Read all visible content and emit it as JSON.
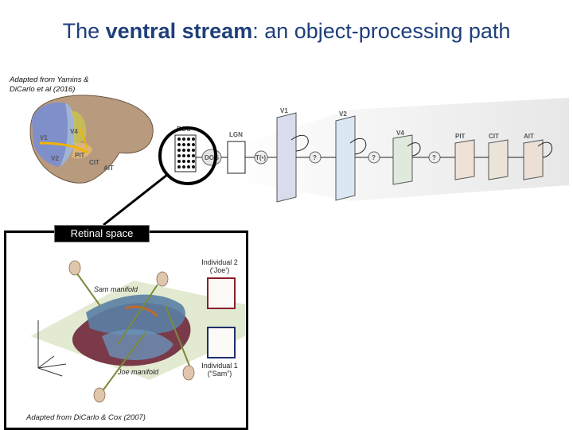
{
  "title": {
    "part1": "The ",
    "bold": "ventral stream",
    "part2": ": an object-processing path"
  },
  "citation_top": "Adapted from Yamins & DiCarlo et al (2016)",
  "brain_labels": {
    "v1": "V1",
    "v2": "V2",
    "v4": "V4",
    "pit": "PIT",
    "cit": "CIT",
    "ait": "AIT"
  },
  "model_labels": {
    "rgc": "RGC",
    "lgn": "LGN",
    "dog": "DOG",
    "t": "T(•)",
    "v1": "V1",
    "v2": "V2",
    "v4": "V4",
    "pit": "PIT",
    "cit": "CIT",
    "ait": "AIT",
    "q": "?"
  },
  "panel": {
    "label": "Retinal space",
    "sam_manifold": "Sam manifold",
    "joe_manifold": "Joe manifold",
    "individual2": "Individual 2",
    "individual2_name": "(‘Joe’)",
    "individual1": "Individual 1",
    "individual1_name": "(“Sam”)",
    "citation": "Adapted from DiCarlo & Cox (2007)"
  },
  "colors": {
    "title": "#1f3f7a",
    "joe_frame": "#8a1f2a",
    "sam_frame": "#1f2f6a"
  }
}
